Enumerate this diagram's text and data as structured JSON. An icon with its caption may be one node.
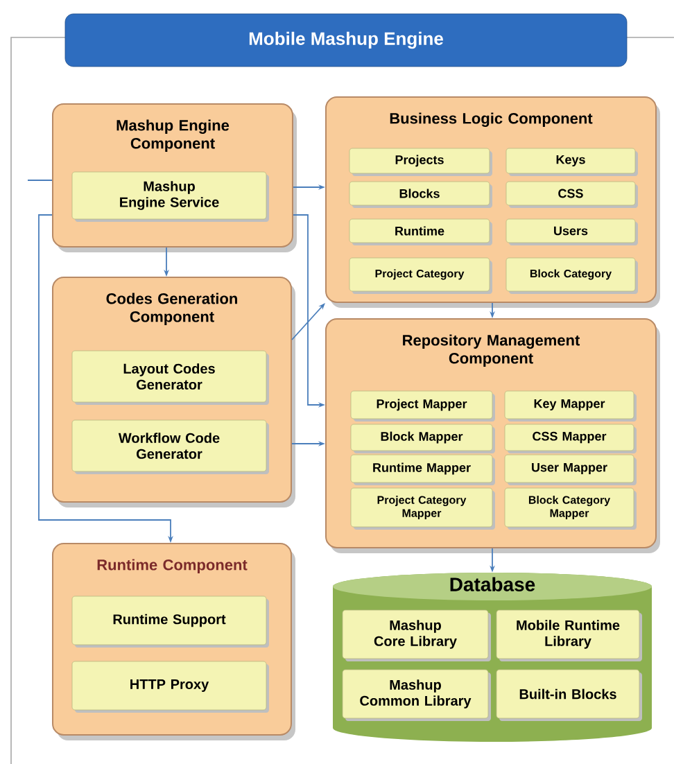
{
  "diagram": {
    "nodes": [
      {
        "text": [
          "Mobile Mashup Engine"
        ]
      },
      {
        "text": [
          "Mashup Engine Component"
        ]
      },
      {
        "text": [
          "Mashup Engine Service"
        ],
        "in": 1
      },
      {
        "text": [
          "Codes Generation Component"
        ]
      },
      {
        "text": [
          "Layout Codes Generator"
        ],
        "in": 3
      },
      {
        "text": [
          "Workflow Code Generator"
        ],
        "in": 3
      },
      {
        "text": [
          "Runtime Component"
        ]
      },
      {
        "text": [
          "Runtime Support"
        ],
        "in": 6
      },
      {
        "text": [
          "HTTP Proxy"
        ],
        "in": 6
      },
      {
        "text": [
          "Business Logic Component"
        ]
      },
      {
        "text": [
          "Projects"
        ],
        "in": 9
      },
      {
        "text": [
          "Keys"
        ],
        "in": 9
      },
      {
        "text": [
          "Blocks"
        ],
        "in": 9
      },
      {
        "text": [
          "CSS"
        ],
        "in": 9
      },
      {
        "text": [
          "Runtime"
        ],
        "in": 9
      },
      {
        "text": [
          "Users"
        ],
        "in": 9
      },
      {
        "text": [
          "Project Category"
        ],
        "in": 9
      },
      {
        "text": [
          "Block Category"
        ],
        "in": 9
      },
      {
        "text": [
          "Repository Management Component"
        ]
      },
      {
        "text": [
          "Project Mapper"
        ],
        "in": 18
      },
      {
        "text": [
          "Key Mapper"
        ],
        "in": 18
      },
      {
        "text": [
          "Block Mapper"
        ],
        "in": 18
      },
      {
        "text": [
          "CSS Mapper"
        ],
        "in": 18
      },
      {
        "text": [
          "Runtime Mapper"
        ],
        "in": 18
      },
      {
        "text": [
          "User Mapper"
        ],
        "in": 18
      },
      {
        "text": [
          "Project Category Mapper"
        ],
        "in": 18
      },
      {
        "text": [
          "Block Category Mapper"
        ],
        "in": 18
      },
      {
        "text": [
          "Database"
        ]
      },
      {
        "text": [
          "Mashup Core Library"
        ],
        "in": 27
      },
      {
        "text": [
          "Mobile Runtime Library"
        ],
        "in": 27
      },
      {
        "text": [
          "Mashup Common Library"
        ],
        "in": 27
      },
      {
        "text": [
          "Built-in Blocks"
        ],
        "in": 27
      }
    ],
    "edges": [
      {
        "from": null,
        "to": 1,
        "arrow": "none"
      },
      {
        "from": 1,
        "to": 9,
        "arrow": "to"
      },
      {
        "from": 1,
        "to": 3,
        "arrow": "to"
      },
      {
        "from": 1,
        "to": 18,
        "arrow": "to"
      },
      {
        "from": 1,
        "to": 6,
        "arrow": "to"
      },
      {
        "from": 3,
        "to": 9,
        "arrow": "to"
      },
      {
        "from": 3,
        "to": 18,
        "arrow": "to"
      },
      {
        "from": 9,
        "to": 18,
        "arrow": "to"
      },
      {
        "from": 18,
        "to": 27,
        "arrow": "to"
      }
    ]
  }
}
